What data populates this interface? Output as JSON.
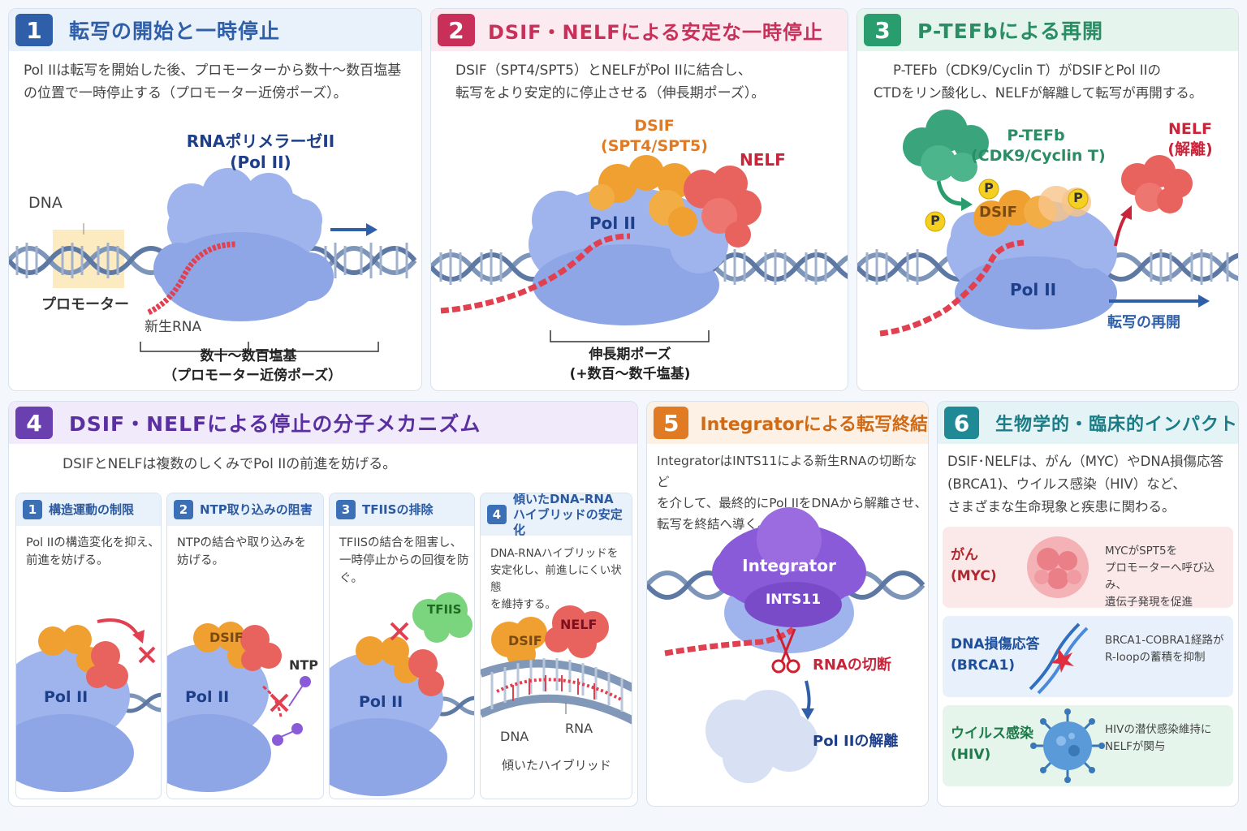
{
  "colors": {
    "p1": "#2f5fa8",
    "p2": "#c8305a",
    "p3": "#2a9d6f",
    "p4": "#6a3fb0",
    "p5": "#e07b24",
    "p6": "#1f8a96",
    "pol2": "#9fb4ec",
    "dsif": "#f0a030",
    "nelf": "#e8625e",
    "ptefb": "#3aa57c",
    "integrator": "#8a5bd8"
  },
  "panel1": {
    "num": "1",
    "title": "転写の開始と一時停止",
    "desc_line1": "Pol IIは転写を開始した後、プロモーターから数十～数百塩基",
    "desc_line2": "の位置で一時停止する（プロモーター近傍ポーズ）。",
    "polymerase_label_line1": "RNAポリメラーゼII",
    "polymerase_label_line2": "(Pol II)",
    "dna_label": "DNA",
    "promoter_label": "プロモーター",
    "nascent_rna_label": "新生RNA",
    "distance_line1": "数十～数百塩基",
    "distance_line2": "（プロモーター近傍ポーズ）"
  },
  "panel2": {
    "num": "2",
    "title": "DSIF・NELFによる安定な一時停止",
    "desc_line1": "DSIF（SPT4/SPT5）とNELFがPol IIに結合し、",
    "desc_line2": "転写をより安定的に停止させる（伸長期ポーズ）。",
    "dsif_line1": "DSIF",
    "dsif_line2": "(SPT4/SPT5)",
    "nelf_label": "NELF",
    "pol2_label": "Pol II",
    "pause_line1": "伸長期ポーズ",
    "pause_line2": "(+数百～数千塩基)"
  },
  "panel3": {
    "num": "3",
    "title": "P-TEFbによる再開",
    "desc_line1": "P-TEFb（CDK9/Cyclin T）がDSIFとPol IIの",
    "desc_line2": "CTDをリン酸化し、NELFが解離して転写が再開する。",
    "ptefb_line1": "P-TEFb",
    "ptefb_line2": "(CDK9/Cyclin T)",
    "nelf_line1": "NELF",
    "nelf_line2": "(解離)",
    "dsif_label": "DSIF",
    "phospho": "P",
    "pol2_label": "Pol II",
    "restart_label": "転写の再開"
  },
  "panel4": {
    "num": "4",
    "title": "DSIF・NELFによる停止の分子メカニズム",
    "desc": "DSIFとNELFは複数のしくみでPol IIの前進を妨げる。",
    "subs": [
      {
        "num": "1",
        "title": "構造運動の制限",
        "desc_line1": "Pol IIの構造変化を抑え、",
        "desc_line2": "前進を妨げる。",
        "pol2": "Pol II"
      },
      {
        "num": "2",
        "title": "NTP取り込みの阻害",
        "desc_line1": "NTPの結合や取り込みを",
        "desc_line2": "妨げる。",
        "pol2": "Pol II",
        "dsif": "DSIF",
        "ntp": "NTP"
      },
      {
        "num": "3",
        "title": "TFIISの排除",
        "desc_line1": "TFIISの結合を阻害し、",
        "desc_line2": "一時停止からの回復を防ぐ。",
        "pol2": "Pol II",
        "tfiis": "TFIIS"
      },
      {
        "num": "4",
        "title_line1": "傾いたDNA-RNA",
        "title_line2": "ハイブリッドの安定化",
        "desc_line1": "DNA-RNAハイブリッドを",
        "desc_line2": "安定化し、前進しにくい状態",
        "desc_line3": "を維持する。",
        "dsif": "DSIF",
        "nelf": "NELF",
        "dna": "DNA",
        "rna": "RNA",
        "caption": "傾いたハイブリッド"
      }
    ]
  },
  "panel5": {
    "num": "5",
    "title": "Integratorによる転写終結",
    "desc_line1": "IntegratorはINTS11による新生RNAの切断など",
    "desc_line2": "を介して、最終的にPol IIをDNAから解離させ、",
    "desc_line3": "転写を終結へ導く。",
    "integrator_label": "Integrator",
    "ints11_label": "INTS11",
    "cleave_label": "RNAの切断",
    "release_label": "Pol IIの解離"
  },
  "panel6": {
    "num": "6",
    "title": "生物学的・臨床的インパクト",
    "desc_line1": "DSIF･NELFは、がん（MYC）やDNA損傷応答",
    "desc_line2": "(BRCA1)、ウイルス感染（HIV）など、",
    "desc_line3": "さまざまな生命現象と疾患に関わる。",
    "items": [
      {
        "key_line1": "がん",
        "key_line2": "(MYC)",
        "d1": "MYCがSPT5を",
        "d2": "プロモーターへ呼び込み、",
        "d3": "遺伝子発現を促進",
        "icon": "cancer-cell-icon"
      },
      {
        "key_line1": "DNA損傷応答",
        "key_line2": "(BRCA1)",
        "d1": "BRCA1-COBRA1経路が",
        "d2": "R-loopの蓄積を抑制",
        "d3": "",
        "icon": "dna-damage-icon"
      },
      {
        "key_line1": "ウイルス感染",
        "key_line2": "(HIV)",
        "d1": "HIVの潜伏感染維持に",
        "d2": "NELFが関与",
        "d3": "",
        "icon": "virus-icon"
      }
    ]
  }
}
